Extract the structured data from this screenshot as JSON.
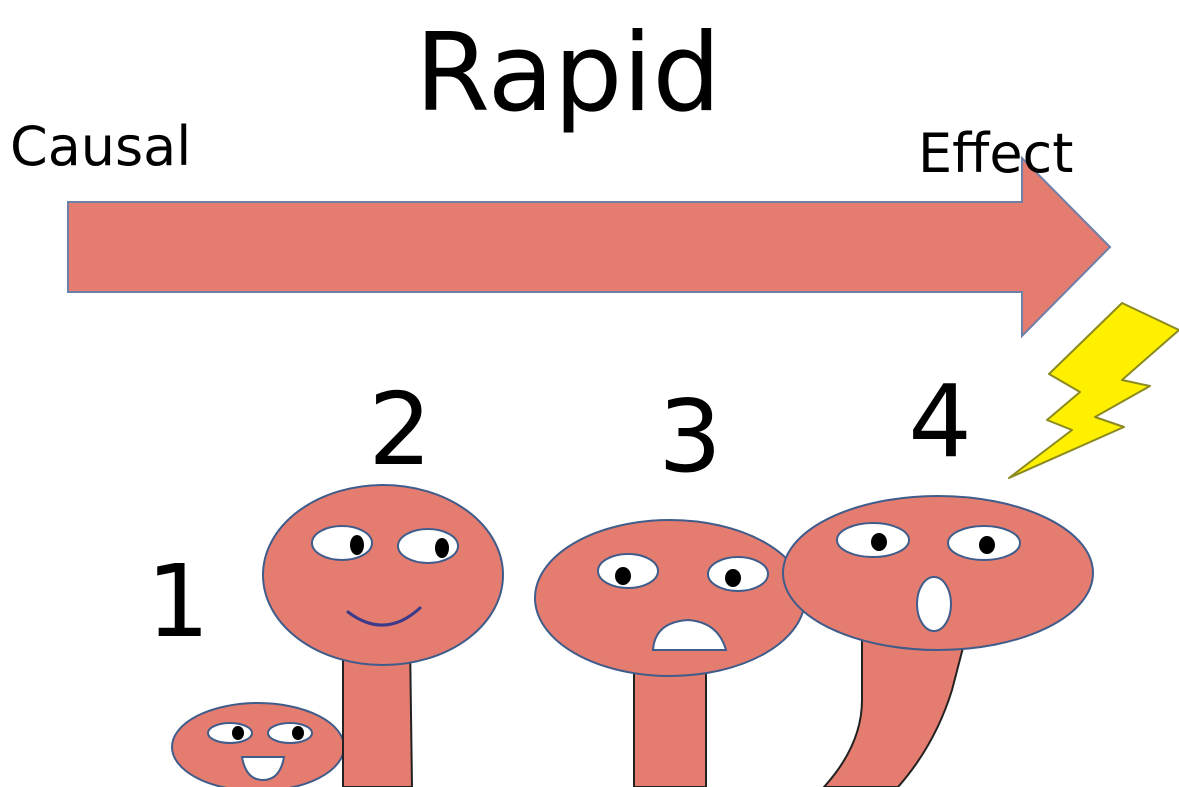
{
  "title": "Rapid",
  "arrow": {
    "start_label": "Causal",
    "end_label": "Effect"
  },
  "stages": [
    {
      "number": "1",
      "expression": "happy-open-mouth"
    },
    {
      "number": "2",
      "expression": "smiling"
    },
    {
      "number": "3",
      "expression": "worried-open-mouth"
    },
    {
      "number": "4",
      "expression": "shocked"
    }
  ],
  "colors": {
    "figure_fill": "#E57C70",
    "figure_stroke": "#3F5C8A",
    "arrow_fill": "#E57C70",
    "arrow_stroke": "#6E7FA8",
    "bolt_fill": "#FFF000",
    "bolt_stroke": "#8A8A20",
    "text": "#000000"
  },
  "icons": {
    "bolt": "lightning-bolt-icon"
  }
}
